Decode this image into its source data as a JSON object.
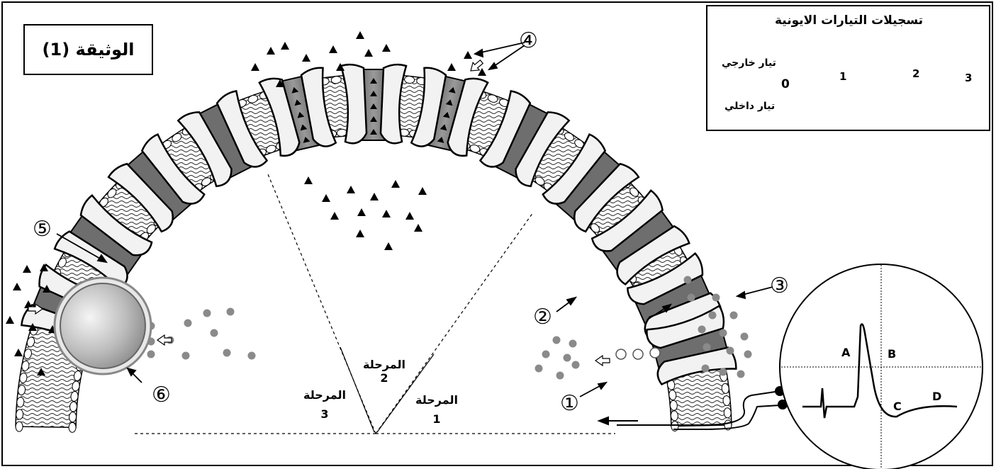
{
  "document_title": "الوثيقة (1)",
  "recording": {
    "title": "تسجيلات التيارات الايونية",
    "outward_label": "تيار خارجي",
    "zero_label": "0",
    "inward_label": "تيار داخلي",
    "points": [
      "1",
      "2",
      "3"
    ]
  },
  "phases": [
    {
      "word": "المرحلة",
      "number": "1"
    },
    {
      "word": "المرحلة",
      "number": "2"
    },
    {
      "word": "المرحلة",
      "number": "3"
    }
  ],
  "callouts": [
    "①",
    "②",
    "③",
    "④",
    "⑤",
    "⑥"
  ],
  "oscilloscope": {
    "labels": [
      "A",
      "B",
      "C",
      "D"
    ]
  },
  "colors": {
    "channel_fill": "#7a7a7a",
    "protein_fill": "#f2f2f2",
    "ion_dot": "#8a8a8a"
  }
}
